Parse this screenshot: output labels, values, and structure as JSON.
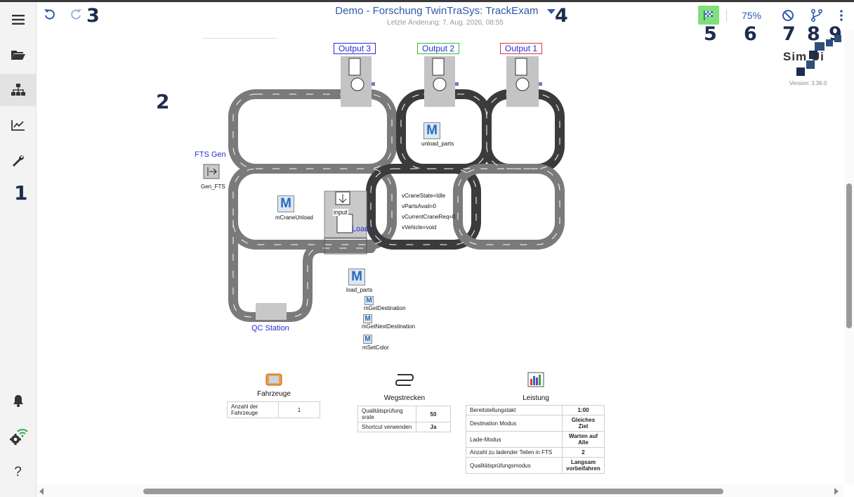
{
  "sidebar": {
    "items": [
      {
        "name": "menu",
        "icon": "hamburger-icon"
      },
      {
        "name": "open",
        "icon": "folder-open-icon"
      },
      {
        "name": "hierarchy",
        "icon": "sitemap-icon"
      },
      {
        "name": "statistics",
        "icon": "line-chart-icon"
      },
      {
        "name": "tools",
        "icon": "wrench-icon"
      },
      {
        "name": "notifications",
        "icon": "bell-icon"
      },
      {
        "name": "connection-settings",
        "icon": "gear-wifi-icon"
      },
      {
        "name": "help",
        "icon": "question-icon",
        "glyph": "?"
      }
    ],
    "marker": "1"
  },
  "header": {
    "title": "Demo - Forschung TwinTraSys: TrackExam",
    "subtitle": "Letzte Änderung: 7. Aug. 2026, 08:55",
    "zoom": "75%",
    "markers": {
      "undo_redo": "3",
      "title": "4",
      "flag": "5",
      "zoom": "6",
      "stop": "7",
      "branch": "8",
      "more": "9",
      "canvas": "2"
    }
  },
  "colors": {
    "accent": "#2f5aa8",
    "flag_bg": "#7fe07a",
    "track_dark": "#3b3b3b",
    "track_mid": "#7a7a7a",
    "output3_border": "#2a2ad6",
    "output2_border": "#2fbf3a",
    "output1_border": "#d63a3a"
  },
  "canvas": {
    "outputs": [
      "Output 3",
      "Output 2",
      "Output 1"
    ],
    "fts_gen_label": "FTS Gen",
    "gen_fts_label": "Gen_FTS",
    "unload_parts_label": "unload_parts",
    "m_crane_unload_label": "mCraneUnload",
    "input_label": "input",
    "load_label": "Load",
    "vars": [
      "vCraneState=Idle",
      "vPartsAvail=0",
      "vCurrentCraneReq=0",
      "vVehicle=void"
    ],
    "load_parts_label": "load_parts",
    "methods": [
      "mGetDestination",
      "mGetNextDestination",
      "mSetColor"
    ],
    "qc_station_label": "QC Station",
    "logo_text": "Sim  Ui",
    "version": "Version: 3.36.0",
    "m_letter": "M"
  },
  "panels": {
    "fahrzeuge": {
      "title": "Fahrzeuge",
      "rows": [
        {
          "label": "Anzahl der Fahrzeuge",
          "value": "1"
        }
      ]
    },
    "wegstrecken": {
      "title": "Wegstrecken",
      "rows": [
        {
          "label": "Qualitätsprüfung srate",
          "value": "50"
        },
        {
          "label": "Shortcut verwenden",
          "value": "Ja"
        }
      ]
    },
    "leistung": {
      "title": "Leistung",
      "rows": [
        {
          "label": "Bereitstellungstakt",
          "value": "1:00"
        },
        {
          "label": "Destination Modus",
          "value": "Gleiches Ziel"
        },
        {
          "label": "Lade-Modus",
          "value": "Warten auf Alle"
        },
        {
          "label": "Anzahl zu ladender Teilen in FTS",
          "value": "2"
        },
        {
          "label": "Qualitätsprüfungsmodus",
          "value": "Langsam vorbeifahren"
        }
      ]
    }
  }
}
